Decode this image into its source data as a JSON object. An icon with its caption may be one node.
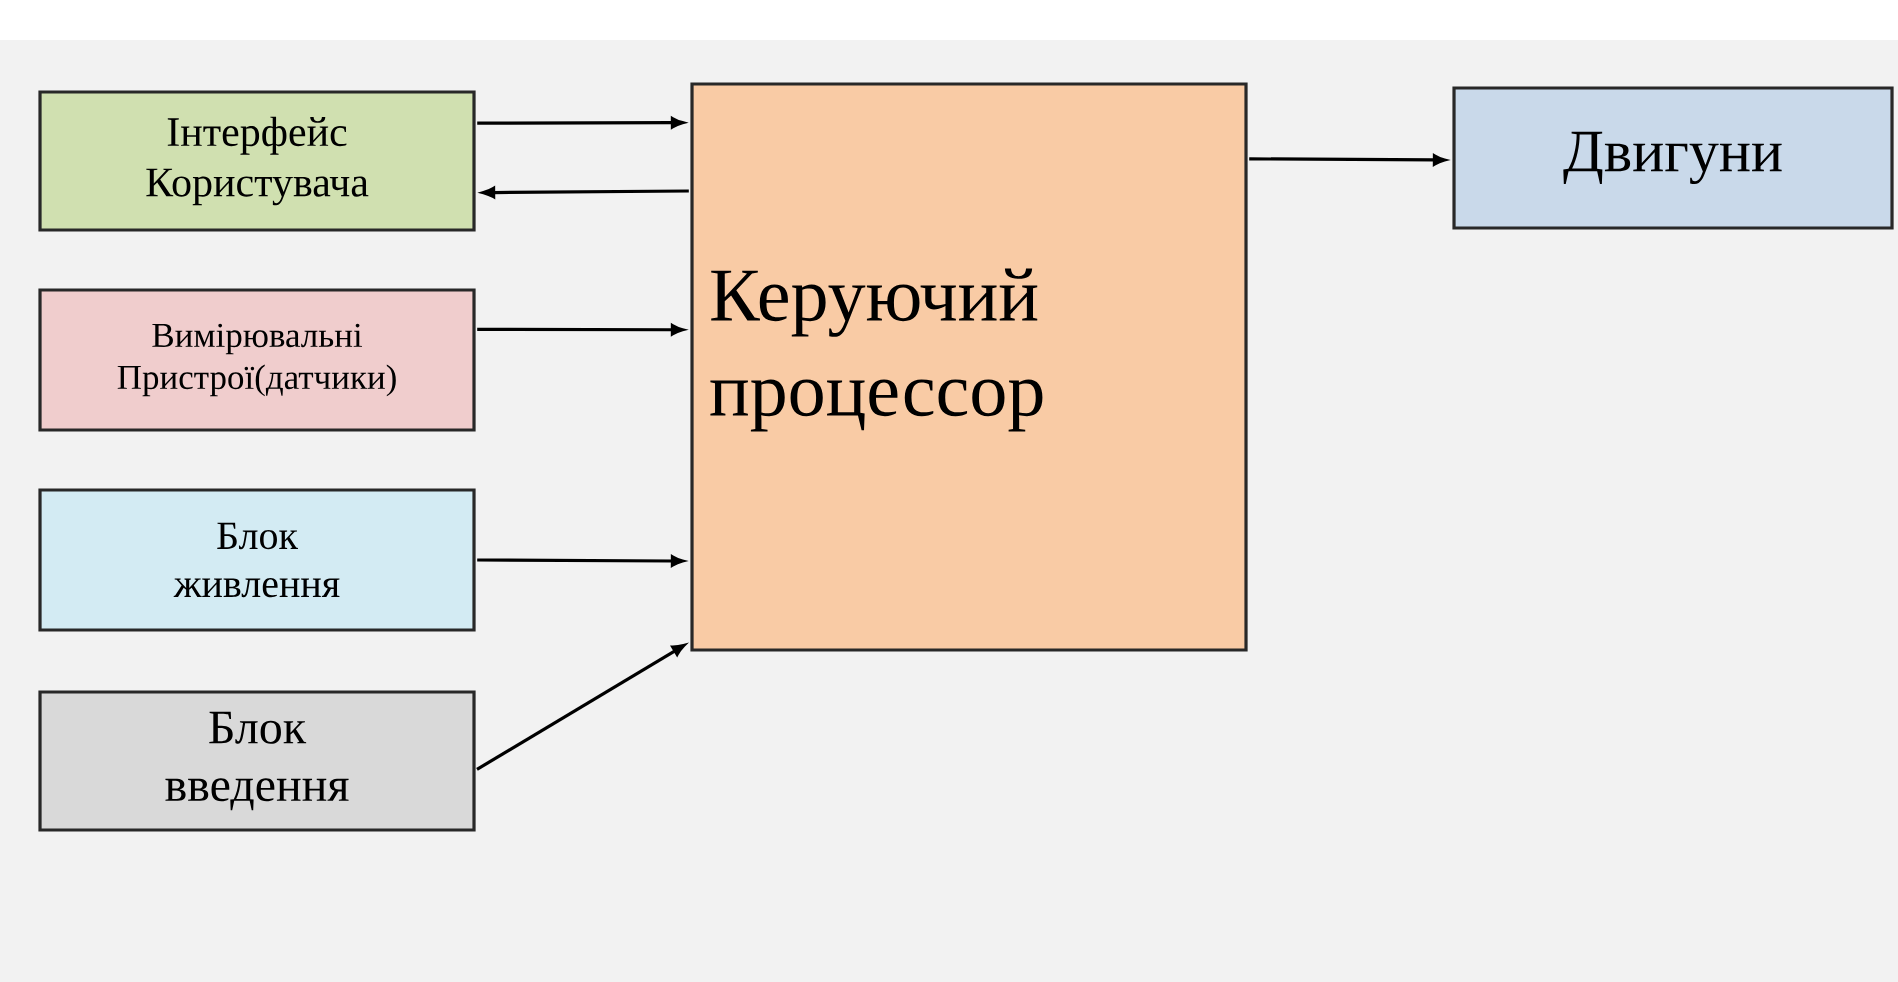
{
  "diagram": {
    "nodes": [
      {
        "text": [
          "Інтерфейс Користувача"
        ]
      },
      {
        "text": [
          "Вимірювальні Пристрої(датчики)"
        ]
      },
      {
        "text": [
          "Блок живлення"
        ]
      },
      {
        "text": [
          "Блок введення"
        ]
      },
      {
        "text": [
          "Керуючий процессор"
        ]
      },
      {
        "text": [
          "Двигуни"
        ]
      }
    ],
    "edges": [
      {
        "from": 0,
        "to": 4,
        "arrow": "to"
      },
      {
        "from": 4,
        "to": 0,
        "arrow": "to"
      },
      {
        "from": 1,
        "to": 4,
        "arrow": "to"
      },
      {
        "from": 2,
        "to": 4,
        "arrow": "to"
      },
      {
        "from": 3,
        "to": 4,
        "arrow": "to"
      },
      {
        "from": 4,
        "to": 5,
        "arrow": "to"
      }
    ]
  }
}
